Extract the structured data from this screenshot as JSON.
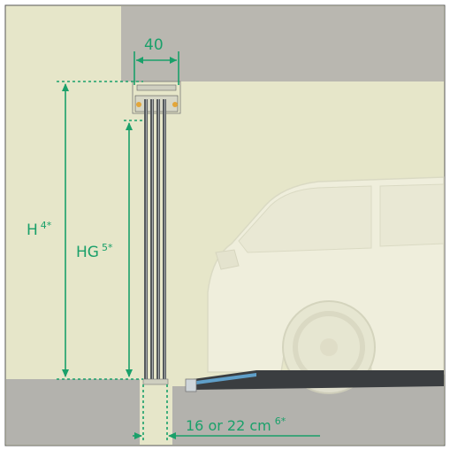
{
  "colors": {
    "background_wall": "#e6e6c9",
    "ceiling_concrete": "#b9b7b0",
    "floor_concrete": "#b3b2ad",
    "dimension_green": "#1aa06a",
    "platform": "#3a3d40",
    "platform_edge": "#5f9fc9",
    "car_ghost": "#f1f0e0"
  },
  "labels": {
    "width_dim": "40",
    "height_dim": "H",
    "height_dim_note": "4*",
    "guide_height_dim": "HG",
    "guide_height_dim_note": "5*",
    "pit_dim": "16 or 22 cm",
    "pit_dim_note": "6*"
  }
}
